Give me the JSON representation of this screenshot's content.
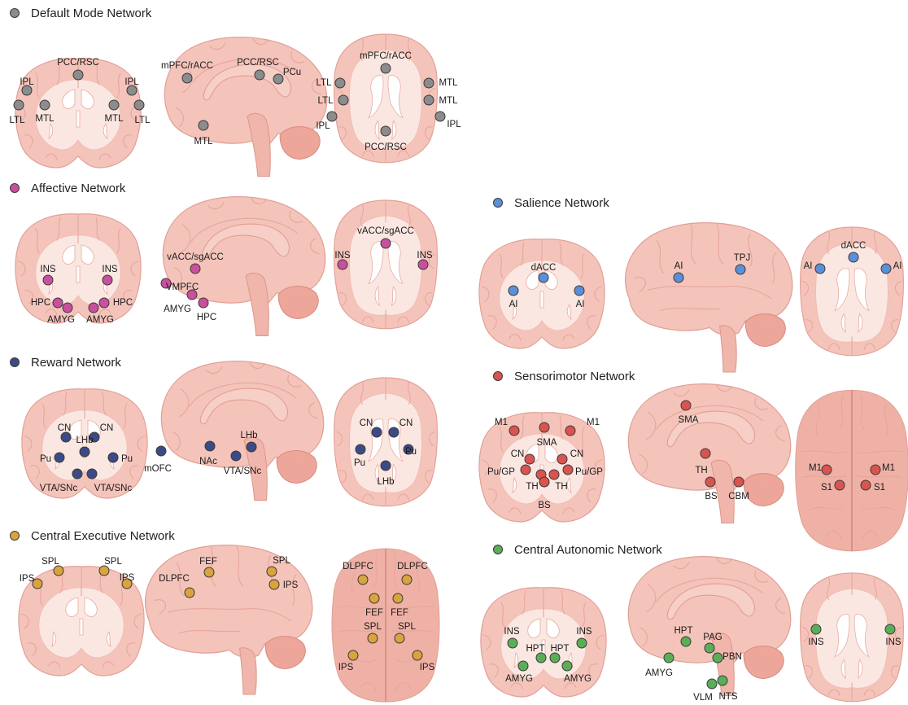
{
  "colors": {
    "default_mode": "#8c8c8c",
    "affective": "#c8509e",
    "reward": "#3c4b86",
    "central_executive": "#d9a33d",
    "salience": "#5b8fd8",
    "sensorimotor": "#d9544f",
    "central_autonomic": "#5aae58"
  },
  "networks": [
    {
      "key": "default_mode",
      "title": "Default Mode Network",
      "labels": [
        "IPL",
        "PCC/RSC",
        "IPL",
        "LTL",
        "MTL",
        "MTL",
        "LTL",
        "mPFC/rACC",
        "PCC/RSC",
        "PCu",
        "MTL",
        "mPFC/rACC",
        "LTL",
        "LTL",
        "MTL",
        "MTL",
        "IPL",
        "IPL",
        "PCC/RSC"
      ]
    },
    {
      "key": "affective",
      "title": "Affective Network",
      "labels": [
        "INS",
        "INS",
        "HPC",
        "HPC",
        "AMYG",
        "AMYG",
        "vACC/sgACC",
        "VMPFC",
        "AMYG",
        "HPC",
        "vACC/sgACC",
        "INS",
        "INS"
      ]
    },
    {
      "key": "reward",
      "title": "Reward Network",
      "labels": [
        "CN",
        "CN",
        "LHb",
        "Pu",
        "Pu",
        "VTA/SNc",
        "VTA/SNc",
        "LHb",
        "mOFC",
        "NAc",
        "VTA/SNc",
        "CN",
        "CN",
        "Pu",
        "Pu",
        "LHb"
      ]
    },
    {
      "key": "central_executive",
      "title": "Central Executive Network",
      "labels": [
        "SPL",
        "SPL",
        "IPS",
        "IPS",
        "FEF",
        "SPL",
        "DLPFC",
        "IPS",
        "DLPFC",
        "DLPFC",
        "FEF",
        "FEF",
        "SPL",
        "SPL",
        "IPS",
        "IPS"
      ]
    },
    {
      "key": "salience",
      "title": "Salience Network",
      "labels": [
        "dACC",
        "AI",
        "AI",
        "AI",
        "TPJ",
        "dACC",
        "AI",
        "AI"
      ]
    },
    {
      "key": "sensorimotor",
      "title": "Sensorimotor Network",
      "labels": [
        "M1",
        "M1",
        "SMA",
        "CN",
        "CN",
        "Pu/GP",
        "Pu/GP",
        "TH",
        "TH",
        "BS",
        "SMA",
        "TH",
        "BS",
        "CBM",
        "M1",
        "M1",
        "S1",
        "S1"
      ]
    },
    {
      "key": "central_autonomic",
      "title": "Central Autonomic Network",
      "labels": [
        "INS",
        "INS",
        "HPT",
        "HPT",
        "AMYG",
        "AMYG",
        "HPT",
        "PAG",
        "PBN",
        "AMYG",
        "VLM",
        "NTS",
        "INS",
        "INS"
      ]
    }
  ]
}
